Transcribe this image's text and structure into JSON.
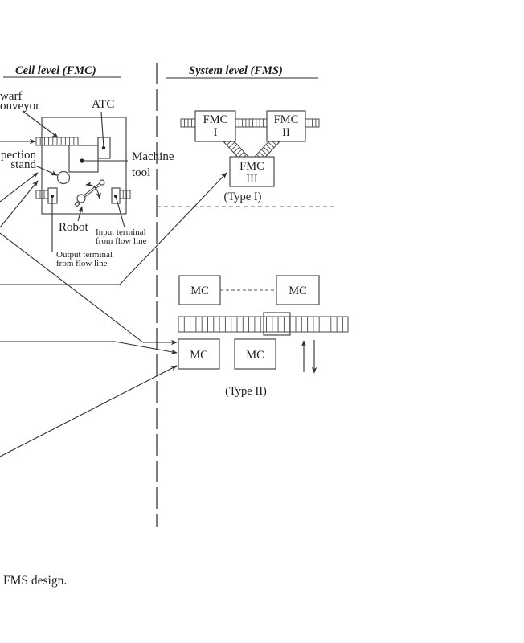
{
  "figure": {
    "cell_level": {
      "heading": "Cell level (FMC)",
      "labels": {
        "swarf_conveyor": [
          "warf",
          "onveyor"
        ],
        "atc": "ATC",
        "inspection_stand": [
          "pection",
          "stand"
        ],
        "machine_tool": [
          "Machine",
          "tool"
        ],
        "robot": "Robot",
        "input_terminal": [
          "Input terminal",
          "from flow line"
        ],
        "output_terminal": [
          "Output terminal",
          "from flow line"
        ]
      }
    },
    "system_level": {
      "heading": "System level (FMS)",
      "type1": {
        "label": "(Type I)",
        "cells": [
          {
            "name": "FMC",
            "num": "I"
          },
          {
            "name": "FMC",
            "num": "II"
          },
          {
            "name": "FMC",
            "num": "III"
          }
        ]
      },
      "type2": {
        "label": "(Type II)",
        "machines": [
          "MC",
          "MC",
          "MC",
          "MC"
        ]
      }
    },
    "caption": "FMS design."
  }
}
